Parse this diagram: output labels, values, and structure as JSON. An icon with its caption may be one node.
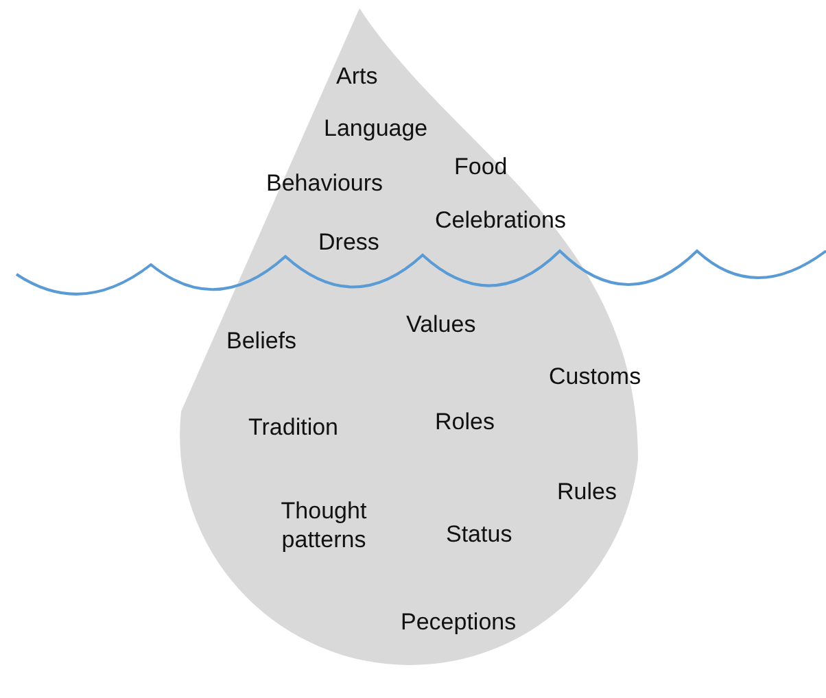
{
  "diagram": {
    "nodes": [
      {
        "text": [
          "Arts",
          "Language",
          "Food",
          "Behaviours",
          "Celebrations",
          "Dress",
          "Values",
          "Beliefs",
          "Customs",
          "Roles",
          "Tradition",
          "Rules",
          "Thought patterns",
          "Status",
          "Peceptions"
        ]
      }
    ]
  }
}
